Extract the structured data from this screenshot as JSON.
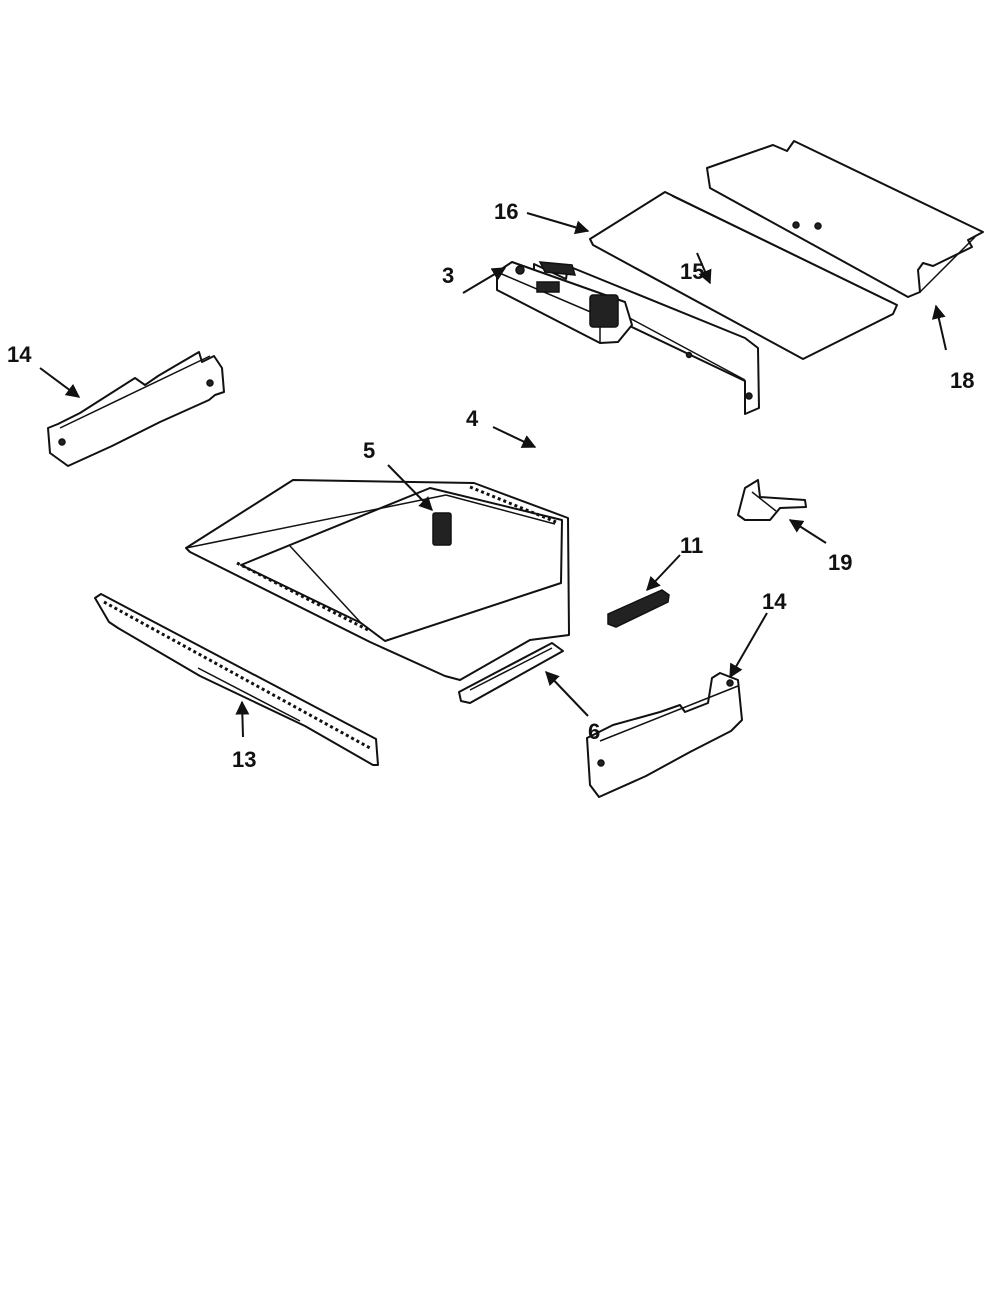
{
  "callouts": {
    "c16": "16",
    "c3": "3",
    "c14a": "14",
    "c18": "18",
    "c4": "4",
    "c15": "15",
    "c5": "5",
    "c11": "11",
    "c19": "19",
    "c14b": "14",
    "c6": "6",
    "c13": "13"
  },
  "colors": {
    "ink": "#111111",
    "paper": "#ffffff"
  }
}
